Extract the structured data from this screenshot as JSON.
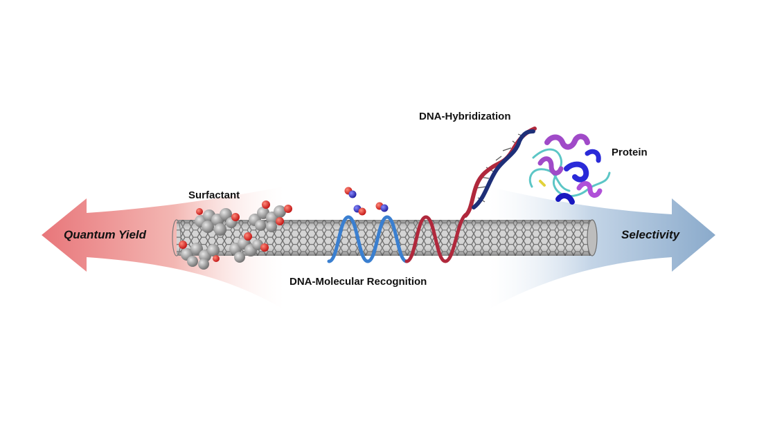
{
  "labels": {
    "left_arrow": "Quantum Yield",
    "right_arrow": "Selectivity",
    "surfactant": "Surfactant",
    "dna_hybridization": "DNA-Hybridization",
    "protein": "Protein",
    "dna_recognition": "DNA-Molecular Recognition"
  },
  "colors": {
    "left_arrow": "#e8767a",
    "right_arrow": "#8aaacb",
    "nanotube": "#8c8c8c",
    "dna_blue": "#3a7fd0",
    "dna_red": "#b0283c",
    "protein_magenta": "#a04ac8",
    "protein_blue": "#2a2ad8",
    "protein_cyan": "#5cc6c6",
    "oxygen_red": "#e02020",
    "carbon_gray": "#8a8a8a"
  },
  "icons": {
    "surfactant": "space-filling-molecule-icon",
    "dna": "double-helix-icon",
    "protein": "ribbon-protein-icon",
    "analyte": "small-molecule-icon"
  }
}
